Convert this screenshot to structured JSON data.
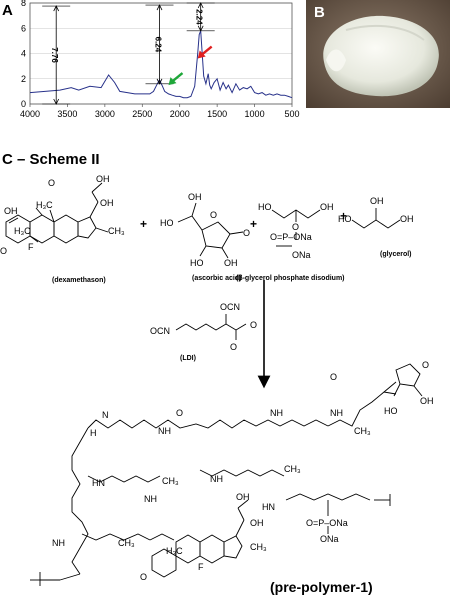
{
  "panels": {
    "a": "A",
    "b": "B",
    "c": "C – Scheme II"
  },
  "chart_data": {
    "type": "line",
    "xlim": [
      4000,
      500
    ],
    "ylim": [
      0,
      8
    ],
    "x_ticks": [
      "4000",
      "3500",
      "3000",
      "2500",
      "2000",
      "1500",
      "1000",
      "500"
    ],
    "y_ticks": [
      "0",
      "2",
      "4",
      "6",
      "8"
    ],
    "grid": "horizontal",
    "x": [
      4000,
      3800,
      3600,
      3450,
      3350,
      3200,
      3050,
      2950,
      2870,
      2800,
      2700,
      2600,
      2500,
      2400,
      2350,
      2300,
      2270,
      2230,
      2200,
      2150,
      2100,
      2050,
      2000,
      1950,
      1900,
      1850,
      1800,
      1760,
      1740,
      1720,
      1700,
      1680,
      1650,
      1620,
      1600,
      1580,
      1540,
      1500,
      1460,
      1420,
      1380,
      1350,
      1300,
      1250,
      1200,
      1150,
      1100,
      1050,
      1000,
      950,
      900,
      850,
      800,
      750,
      700,
      650,
      600,
      550,
      500
    ],
    "y": [
      0.9,
      1.0,
      1.1,
      1.3,
      1.1,
      1.4,
      1.3,
      2.3,
      1.7,
      1.0,
      0.9,
      0.8,
      0.8,
      0.8,
      1.0,
      1.6,
      1.9,
      1.4,
      1.0,
      0.8,
      0.7,
      0.6,
      0.6,
      0.5,
      0.5,
      0.6,
      1.4,
      4.0,
      5.5,
      5.8,
      4.0,
      2.2,
      1.6,
      2.4,
      1.5,
      1.2,
      1.7,
      2.0,
      1.1,
      1.7,
      1.2,
      1.5,
      0.9,
      1.6,
      1.1,
      1.3,
      1.2,
      1.4,
      0.9,
      0.8,
      0.9,
      0.7,
      0.8,
      0.7,
      0.8,
      0.7,
      0.7,
      0.6,
      0.5
    ],
    "annotations": [
      {
        "label": "7.76",
        "x": 3650,
        "from": 0,
        "to": 7.76
      },
      {
        "label": "6.24",
        "x": 2270,
        "from": 1.6,
        "to": 7.84
      },
      {
        "label": "2.24",
        "x": 1720,
        "from": 5.8,
        "to": 8.0
      }
    ],
    "arrows": [
      {
        "color": "#1fa73a",
        "target_x": 2150,
        "target_y": 1.5
      },
      {
        "color": "#e02020",
        "target_x": 1760,
        "target_y": 3.6
      }
    ]
  },
  "scheme": {
    "reagents": [
      "(dexamethason)",
      "(ascorbic acid)",
      "(β-glycerol phosphate disodium)",
      "(glycerol)"
    ],
    "crosslinker": "(LDI)",
    "product": "(pre-polymer-1)",
    "plus": "+",
    "atoms": {
      "oh": "OH",
      "o": "O",
      "h": "H",
      "n": "N",
      "nh": "NH",
      "f": "F",
      "ch3": "CH₃",
      "h3c": "H₃C",
      "ocn": "OCN",
      "ho": "HO",
      "p": "P",
      "ona": "ONa",
      "pona": "O=P–ONa",
      "hn": "HN"
    }
  },
  "colors": {
    "line": "#27318a",
    "axis": "#555555",
    "grid": "#c8c8c8"
  }
}
